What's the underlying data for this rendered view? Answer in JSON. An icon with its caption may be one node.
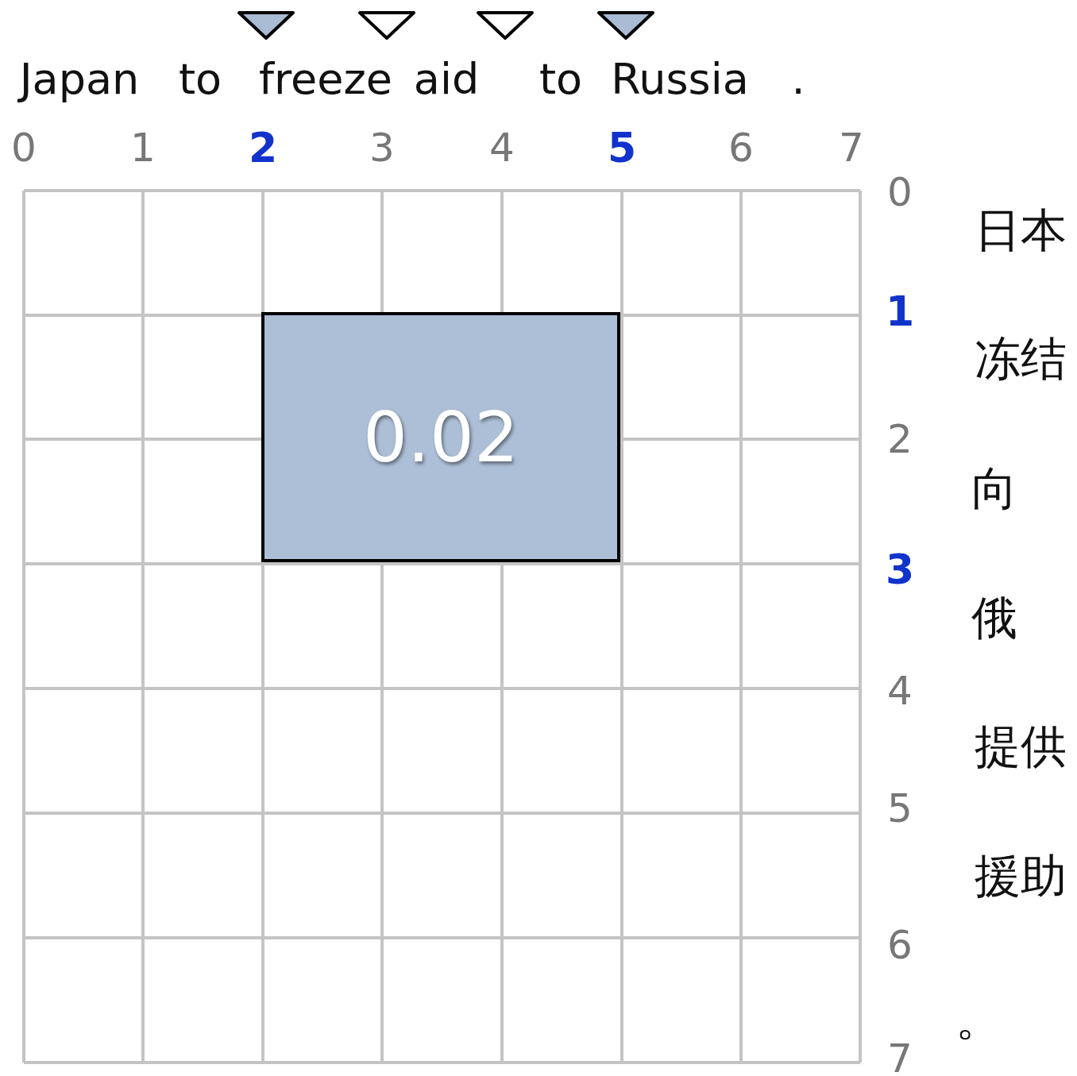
{
  "diagram": {
    "nodes": [
      {
        "text": [
          "0.02"
        ]
      }
    ],
    "labels": [
      "Japan",
      "to",
      "freeze",
      "aid",
      "to",
      "Russia",
      ".",
      "0",
      "1",
      "2",
      "3",
      "4",
      "5",
      "6",
      "7",
      "0",
      "日本",
      "1",
      "冻结",
      "2",
      "向",
      "3",
      "俄",
      "4",
      "提供",
      "5",
      "援助",
      "6",
      "。",
      "7"
    ]
  }
}
